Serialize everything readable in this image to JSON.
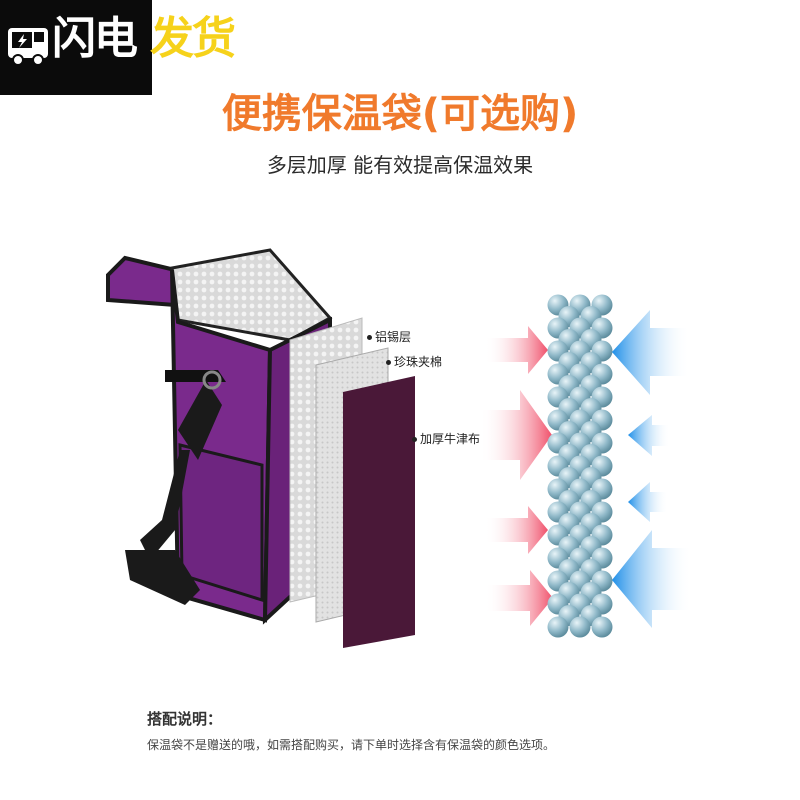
{
  "badge": {
    "word_flash": "闪电",
    "word_ship": "发货",
    "icon": "truck-icon"
  },
  "title": "便携保温袋(可选购)",
  "subtitle": "多层加厚 能有效提高保温效果",
  "layers": [
    {
      "label": "铝锡层"
    },
    {
      "label": "珍珠夹棉"
    },
    {
      "label": "加厚牛津布"
    }
  ],
  "note": {
    "heading": "搭配说明：",
    "text": "保温袋不是赠送的哦，如需搭配购买，请下单时选择含有保温袋的颜色选项。"
  },
  "colors": {
    "title": "#f07a2c",
    "bag": "#7a2a8c",
    "hot_arrow": "#f0506a",
    "cold_arrow": "#1f8fe8",
    "balls": "#8fb8c8"
  }
}
